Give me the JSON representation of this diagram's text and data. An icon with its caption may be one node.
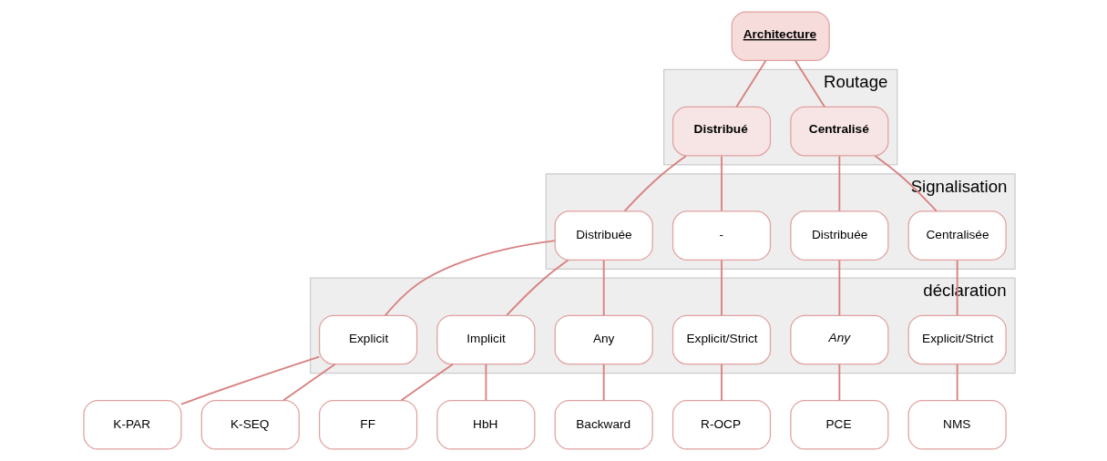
{
  "diagram": {
    "nodes": [
      {
        "text": [
          "Architecture"
        ]
      },
      {
        "text": [
          "Routage"
        ]
      },
      {
        "text": [
          "Centralisé"
        ],
        "in": 1
      },
      {
        "text": [
          "Distribué"
        ],
        "in": 1
      },
      {
        "text": [
          "Signalisation"
        ]
      },
      {
        "text": [
          "Centralisée"
        ],
        "in": 4
      },
      {
        "text": [
          "Distribuée"
        ],
        "in": 4
      },
      {
        "text": [
          "-"
        ],
        "in": 4
      },
      {
        "text": [
          "Distribuée"
        ],
        "in": 4
      },
      {
        "text": [
          "déclaration"
        ]
      },
      {
        "text": [
          "Explicit/Strict"
        ],
        "in": 9
      },
      {
        "text": [
          "Any"
        ],
        "in": 9
      },
      {
        "text": [
          "Explicit/Strict"
        ],
        "in": 9
      },
      {
        "text": [
          "Explicit"
        ],
        "in": 9
      },
      {
        "text": [
          "Implicit"
        ],
        "in": 9
      },
      {
        "text": [
          "Any"
        ],
        "in": 9
      },
      {
        "text": [
          "NMS"
        ]
      },
      {
        "text": [
          "PCE"
        ]
      },
      {
        "text": [
          "R-OCP"
        ]
      },
      {
        "text": [
          "K-SEQ"
        ]
      },
      {
        "text": [
          "K-PAR"
        ]
      },
      {
        "text": [
          "HbH"
        ]
      },
      {
        "text": [
          "FF"
        ]
      },
      {
        "text": [
          "Backward"
        ]
      }
    ],
    "edges": [
      {
        "from": 0,
        "to": 2,
        "arrow": "none"
      },
      {
        "from": 0,
        "to": 3,
        "arrow": "none"
      },
      {
        "from": 2,
        "to": 5,
        "arrow": "none"
      },
      {
        "from": 2,
        "to": 6,
        "arrow": "none"
      },
      {
        "from": 3,
        "to": 7,
        "arrow": "none"
      },
      {
        "from": 3,
        "to": 8,
        "arrow": "none"
      },
      {
        "from": 5,
        "to": 10,
        "arrow": "none"
      },
      {
        "from": 6,
        "to": 11,
        "arrow": "none"
      },
      {
        "from": 7,
        "to": 12,
        "arrow": "none"
      },
      {
        "from": 8,
        "to": 13,
        "arrow": "none"
      },
      {
        "from": 8,
        "to": 14,
        "arrow": "none"
      },
      {
        "from": 8,
        "to": 15,
        "arrow": "none"
      },
      {
        "from": 10,
        "to": 16,
        "arrow": "none"
      },
      {
        "from": 11,
        "to": 17,
        "arrow": "none"
      },
      {
        "from": 12,
        "to": 18,
        "arrow": "none"
      },
      {
        "from": 13,
        "to": 19,
        "arrow": "none"
      },
      {
        "from": 13,
        "to": 20,
        "arrow": "none"
      },
      {
        "from": 14,
        "to": 21,
        "arrow": "none"
      },
      {
        "from": 14,
        "to": 22,
        "arrow": "none"
      },
      {
        "from": 15,
        "to": 23,
        "arrow": "none"
      }
    ]
  }
}
